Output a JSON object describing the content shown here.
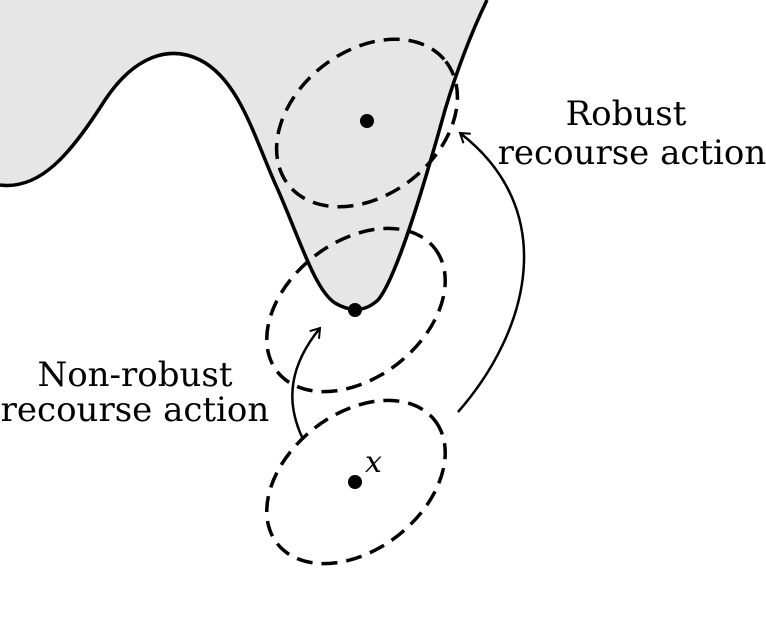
{
  "labels": {
    "robust_line1": "Robust",
    "robust_line2": "recourse action",
    "nonrobust_line1": "Non-robust",
    "nonrobust_line2": "recourse action",
    "point_x": "x"
  },
  "colors": {
    "region_fill": "#e6e6e6",
    "stroke": "#000000",
    "background": "#ffffff"
  }
}
